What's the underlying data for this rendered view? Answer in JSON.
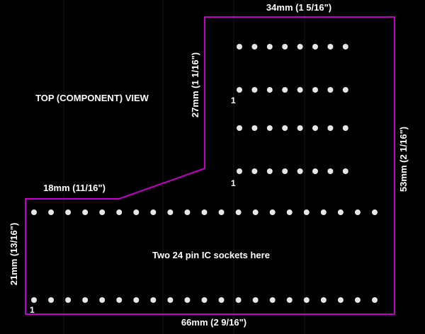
{
  "colors": {
    "background": "#000000",
    "outline": "#c000c0",
    "grid": "#1a1a1a",
    "pad": "#e6e6e6",
    "text": "#ffffff"
  },
  "labels": {
    "view_title": "TOP (COMPONENT) VIEW",
    "top_width": "34mm (1 5/16\")",
    "top_left_height": "27mm (1 1/16\")",
    "right_height": "53mm (2 1/16\")",
    "notch_width": "18mm (11/16\")",
    "left_height": "21mm (13/16\")",
    "bottom_width": "66mm (2 9/16\")",
    "sockets_note": "Two 24 pin IC sockets here"
  },
  "pin_markers": {
    "upper_socket_pin1": "1",
    "lower_socket_pin1": "1",
    "bottom_socket_pin1": "1"
  },
  "pad_rows": {
    "upper_rows": 4,
    "upper_pads_per_row": 8,
    "lower_rows": 2,
    "lower_pads_per_row": 21
  }
}
